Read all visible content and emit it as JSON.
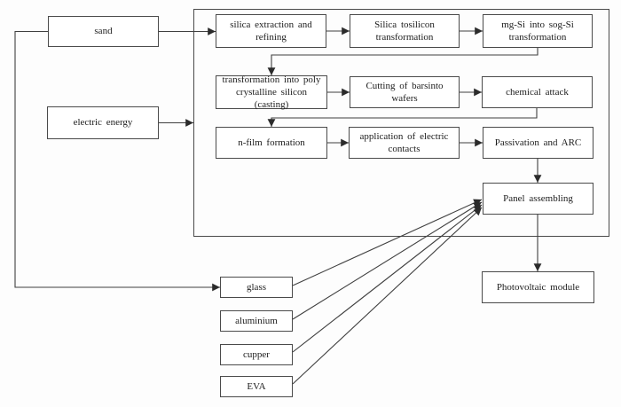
{
  "diagram": {
    "type": "flowchart",
    "subject": "Photovoltaic module production process",
    "colors": {
      "box_border": "#4a4a4a",
      "line": "#3f3f3f",
      "arrowhead": "#2b2b2b",
      "background": "#ffffff",
      "text": "#1c1c1c"
    },
    "nodes": {
      "sand": {
        "label": "sand"
      },
      "electric_energy": {
        "label": "electric energy"
      },
      "silica_extraction": {
        "label": "silica extraction and refining"
      },
      "silica_to_silicon": {
        "label": "Silica tosilicon transformation"
      },
      "mg_si": {
        "label": "mg-Si into sog-Si transformation"
      },
      "poly_casting": {
        "label": "transformation into poly crystalline silicon (casting)"
      },
      "cutting_wafers": {
        "label": "Cutting of barsinto wafers"
      },
      "chemical_attack": {
        "label": "chemical attack"
      },
      "n_film": {
        "label": "n-film formation"
      },
      "electric_contacts": {
        "label": "application of electric contacts"
      },
      "passivation": {
        "label": "Passivation and ARC"
      },
      "panel_assembling": {
        "label": "Panel assembling"
      },
      "photovoltaic_module": {
        "label": "Photovoltaic module"
      },
      "glass": {
        "label": "glass"
      },
      "aluminium": {
        "label": "aluminium"
      },
      "cupper": {
        "label": "cupper"
      },
      "eva": {
        "label": "EVA"
      }
    },
    "edges": [
      {
        "from": "sand",
        "to": "silica_extraction"
      },
      {
        "from": "sand",
        "to": "glass"
      },
      {
        "from": "silica_extraction",
        "to": "silica_to_silicon"
      },
      {
        "from": "silica_to_silicon",
        "to": "mg_si"
      },
      {
        "from": "mg_si",
        "to": "poly_casting"
      },
      {
        "from": "poly_casting",
        "to": "cutting_wafers"
      },
      {
        "from": "cutting_wafers",
        "to": "chemical_attack"
      },
      {
        "from": "chemical_attack",
        "to": "n_film"
      },
      {
        "from": "n_film",
        "to": "electric_contacts"
      },
      {
        "from": "electric_contacts",
        "to": "passivation"
      },
      {
        "from": "passivation",
        "to": "panel_assembling"
      },
      {
        "from": "panel_assembling",
        "to": "photovoltaic_module"
      },
      {
        "from": "electric_energy",
        "to": "process_frame"
      },
      {
        "from": "glass",
        "to": "panel_assembling"
      },
      {
        "from": "aluminium",
        "to": "panel_assembling"
      },
      {
        "from": "cupper",
        "to": "panel_assembling"
      },
      {
        "from": "eva",
        "to": "panel_assembling"
      }
    ]
  }
}
